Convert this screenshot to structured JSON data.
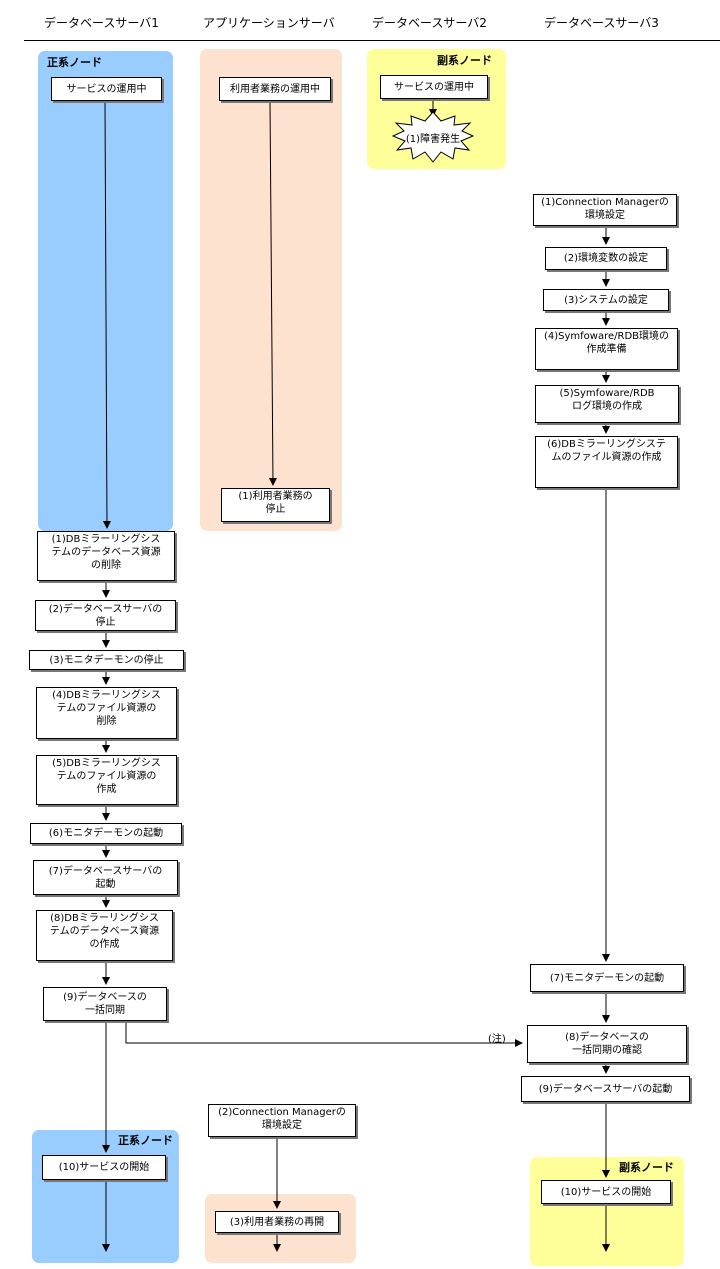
{
  "headers": {
    "db1": "データベースサーバ1",
    "app": "アプリケーションサーバ",
    "db2": "データベースサーバ2",
    "db3": "データベースサーバ3"
  },
  "node_labels": {
    "primary_db1_top": "正系ノード",
    "secondary_db2": "副系ノード",
    "primary_db1_bottom": "正系ノード",
    "secondary_db3": "副系ノード"
  },
  "db1": {
    "running": "サービスの運用中",
    "steps": [
      "(1)DBミラーリングシス\nテムのデータベース資源\nの削除",
      "(2)データベースサーバの\n停止",
      "(3)モニタデーモンの停止",
      "(4)DBミラーリングシス\nテムのファイル資源の\n削除",
      "(5)DBミラーリングシス\nテムのファイル資源の\n作成",
      "(6)モニタデーモンの起動",
      "(7)データベースサーバの\n起動",
      "(8)DBミラーリングシス\nテムのデータベース資源\nの作成",
      "(9)データベースの\n一括同期",
      "(10)サービスの開始"
    ]
  },
  "app": {
    "running": "利用者業務の運用中",
    "steps": [
      "(1)利用者業務の\n停止",
      "(2)Connection Managerの\n環境設定",
      "(3)利用者業務の再開"
    ]
  },
  "db2": {
    "running": "サービスの運用中",
    "failure": "(1)障害発生"
  },
  "db3": {
    "steps": [
      "(1)Connection Managerの\n環境設定",
      "(2)環境変数の設定",
      "(3)システムの設定",
      "(4)Symfoware/RDB環境の\n作成準備",
      "(5)Symfoware/RDB\nログ環境の作成",
      "(6)DBミラーリングシステ\nムのファイル資源の作成",
      "(7)モニタデーモンの起動",
      "(8)データベースの\n一括同期の確認",
      "(9)データベースサーバの起動",
      "(10)サービスの開始"
    ]
  },
  "note": "(注)",
  "colors": {
    "primary_lane": "#99ccff",
    "app_lane": "#fde3cf",
    "secondary_lane": "#ffff99"
  }
}
